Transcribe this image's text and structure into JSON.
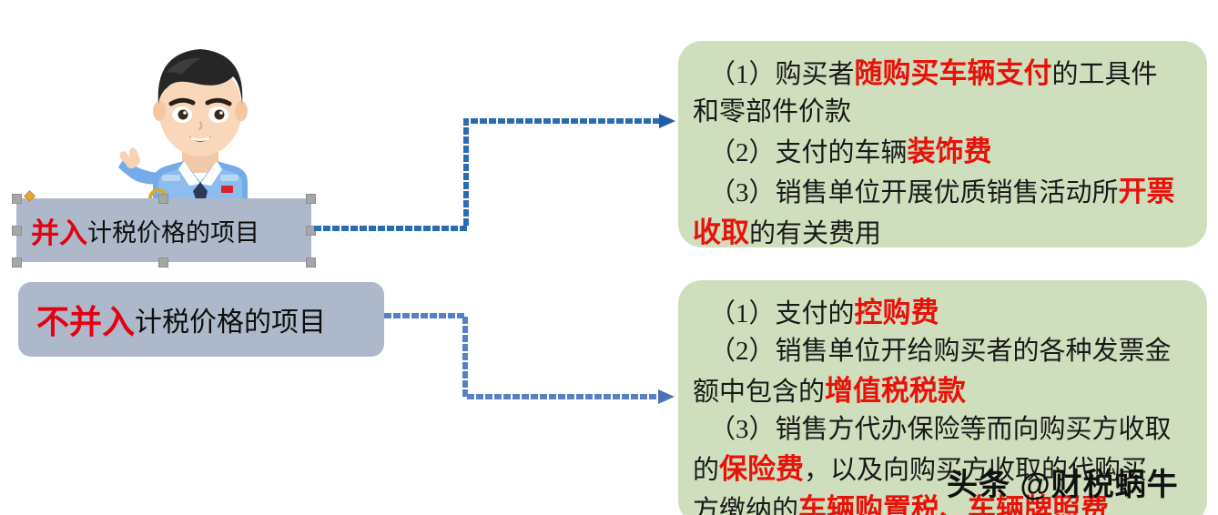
{
  "slide": {
    "background_color": "#ffffff",
    "accent_red": "#e8120b",
    "shape_fill_gray": "#adb9ca",
    "shape_fill_green": "#cfdfbd",
    "connector_color": "#2b6cb0"
  },
  "left_labels": {
    "include": {
      "highlight": "并入",
      "rest": "计税价格的项目",
      "selected": true
    },
    "exclude": {
      "highlight": "不并入",
      "rest": "计税价格的项目",
      "selected": false
    }
  },
  "include_box": {
    "lines": [
      {
        "parts": [
          {
            "text": "（1）购买者",
            "color": "black"
          },
          {
            "text": "随购买车辆支付",
            "color": "red"
          },
          {
            "text": "的工具件",
            "color": "black"
          }
        ],
        "indent": true
      },
      {
        "parts": [
          {
            "text": "和零部件价款",
            "color": "black"
          }
        ],
        "indent": false
      },
      {
        "parts": [
          {
            "text": "（2）支付的车辆",
            "color": "black"
          },
          {
            "text": "装饰费",
            "color": "red"
          }
        ],
        "indent": true
      },
      {
        "parts": [
          {
            "text": "（3）销售单位开展优质销售活动所",
            "color": "black"
          },
          {
            "text": "开票",
            "color": "red"
          }
        ],
        "indent": true
      },
      {
        "parts": [
          {
            "text": "收取",
            "color": "red"
          },
          {
            "text": "的有关费用",
            "color": "black"
          }
        ],
        "indent": false
      }
    ]
  },
  "exclude_box": {
    "lines": [
      {
        "parts": [
          {
            "text": "（1）支付的",
            "color": "black"
          },
          {
            "text": "控购费",
            "color": "red"
          }
        ],
        "indent": true
      },
      {
        "parts": [
          {
            "text": "（2）销售单位开给购买者的各种发票金",
            "color": "black"
          }
        ],
        "indent": true
      },
      {
        "parts": [
          {
            "text": "额中包含的",
            "color": "black"
          },
          {
            "text": "增值税税款",
            "color": "red"
          }
        ],
        "indent": false
      },
      {
        "parts": [
          {
            "text": "（3）销售方代办保险等而向购买方收取",
            "color": "black"
          }
        ],
        "indent": true
      },
      {
        "parts": [
          {
            "text": "的",
            "color": "black"
          },
          {
            "text": "保险费",
            "color": "red"
          },
          {
            "text": "，以及向购买方收取的代购买",
            "color": "black"
          }
        ],
        "indent": false
      },
      {
        "parts": [
          {
            "text": "方缴纳的",
            "color": "black"
          },
          {
            "text": "车辆购置税、车辆牌照费",
            "color": "red"
          }
        ],
        "indent": false
      }
    ]
  },
  "connectors": [
    {
      "name": "include-connector",
      "direction": "right-up-right"
    },
    {
      "name": "exclude-connector",
      "direction": "right-down-right"
    }
  ],
  "character": {
    "description": "cartoon-tax-officer",
    "uniform_color": "#69a8e0",
    "hair_color": "#222222"
  },
  "watermark": {
    "text": "头条 @财税蜗牛"
  }
}
